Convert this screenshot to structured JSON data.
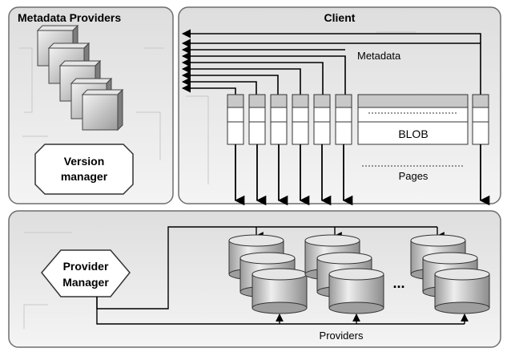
{
  "panels": {
    "metadata_providers": {
      "title": "Metadata Providers"
    },
    "client": {
      "title": "Client"
    },
    "providers": {}
  },
  "version_manager": {
    "line1": "Version",
    "line2": "manager"
  },
  "provider_manager": {
    "line1": "Provider",
    "line2": "Manager"
  },
  "labels": {
    "metadata": "Metadata",
    "blob": "BLOB",
    "pages": "Pages",
    "providers": "Providers",
    "ellipsis": "..."
  }
}
